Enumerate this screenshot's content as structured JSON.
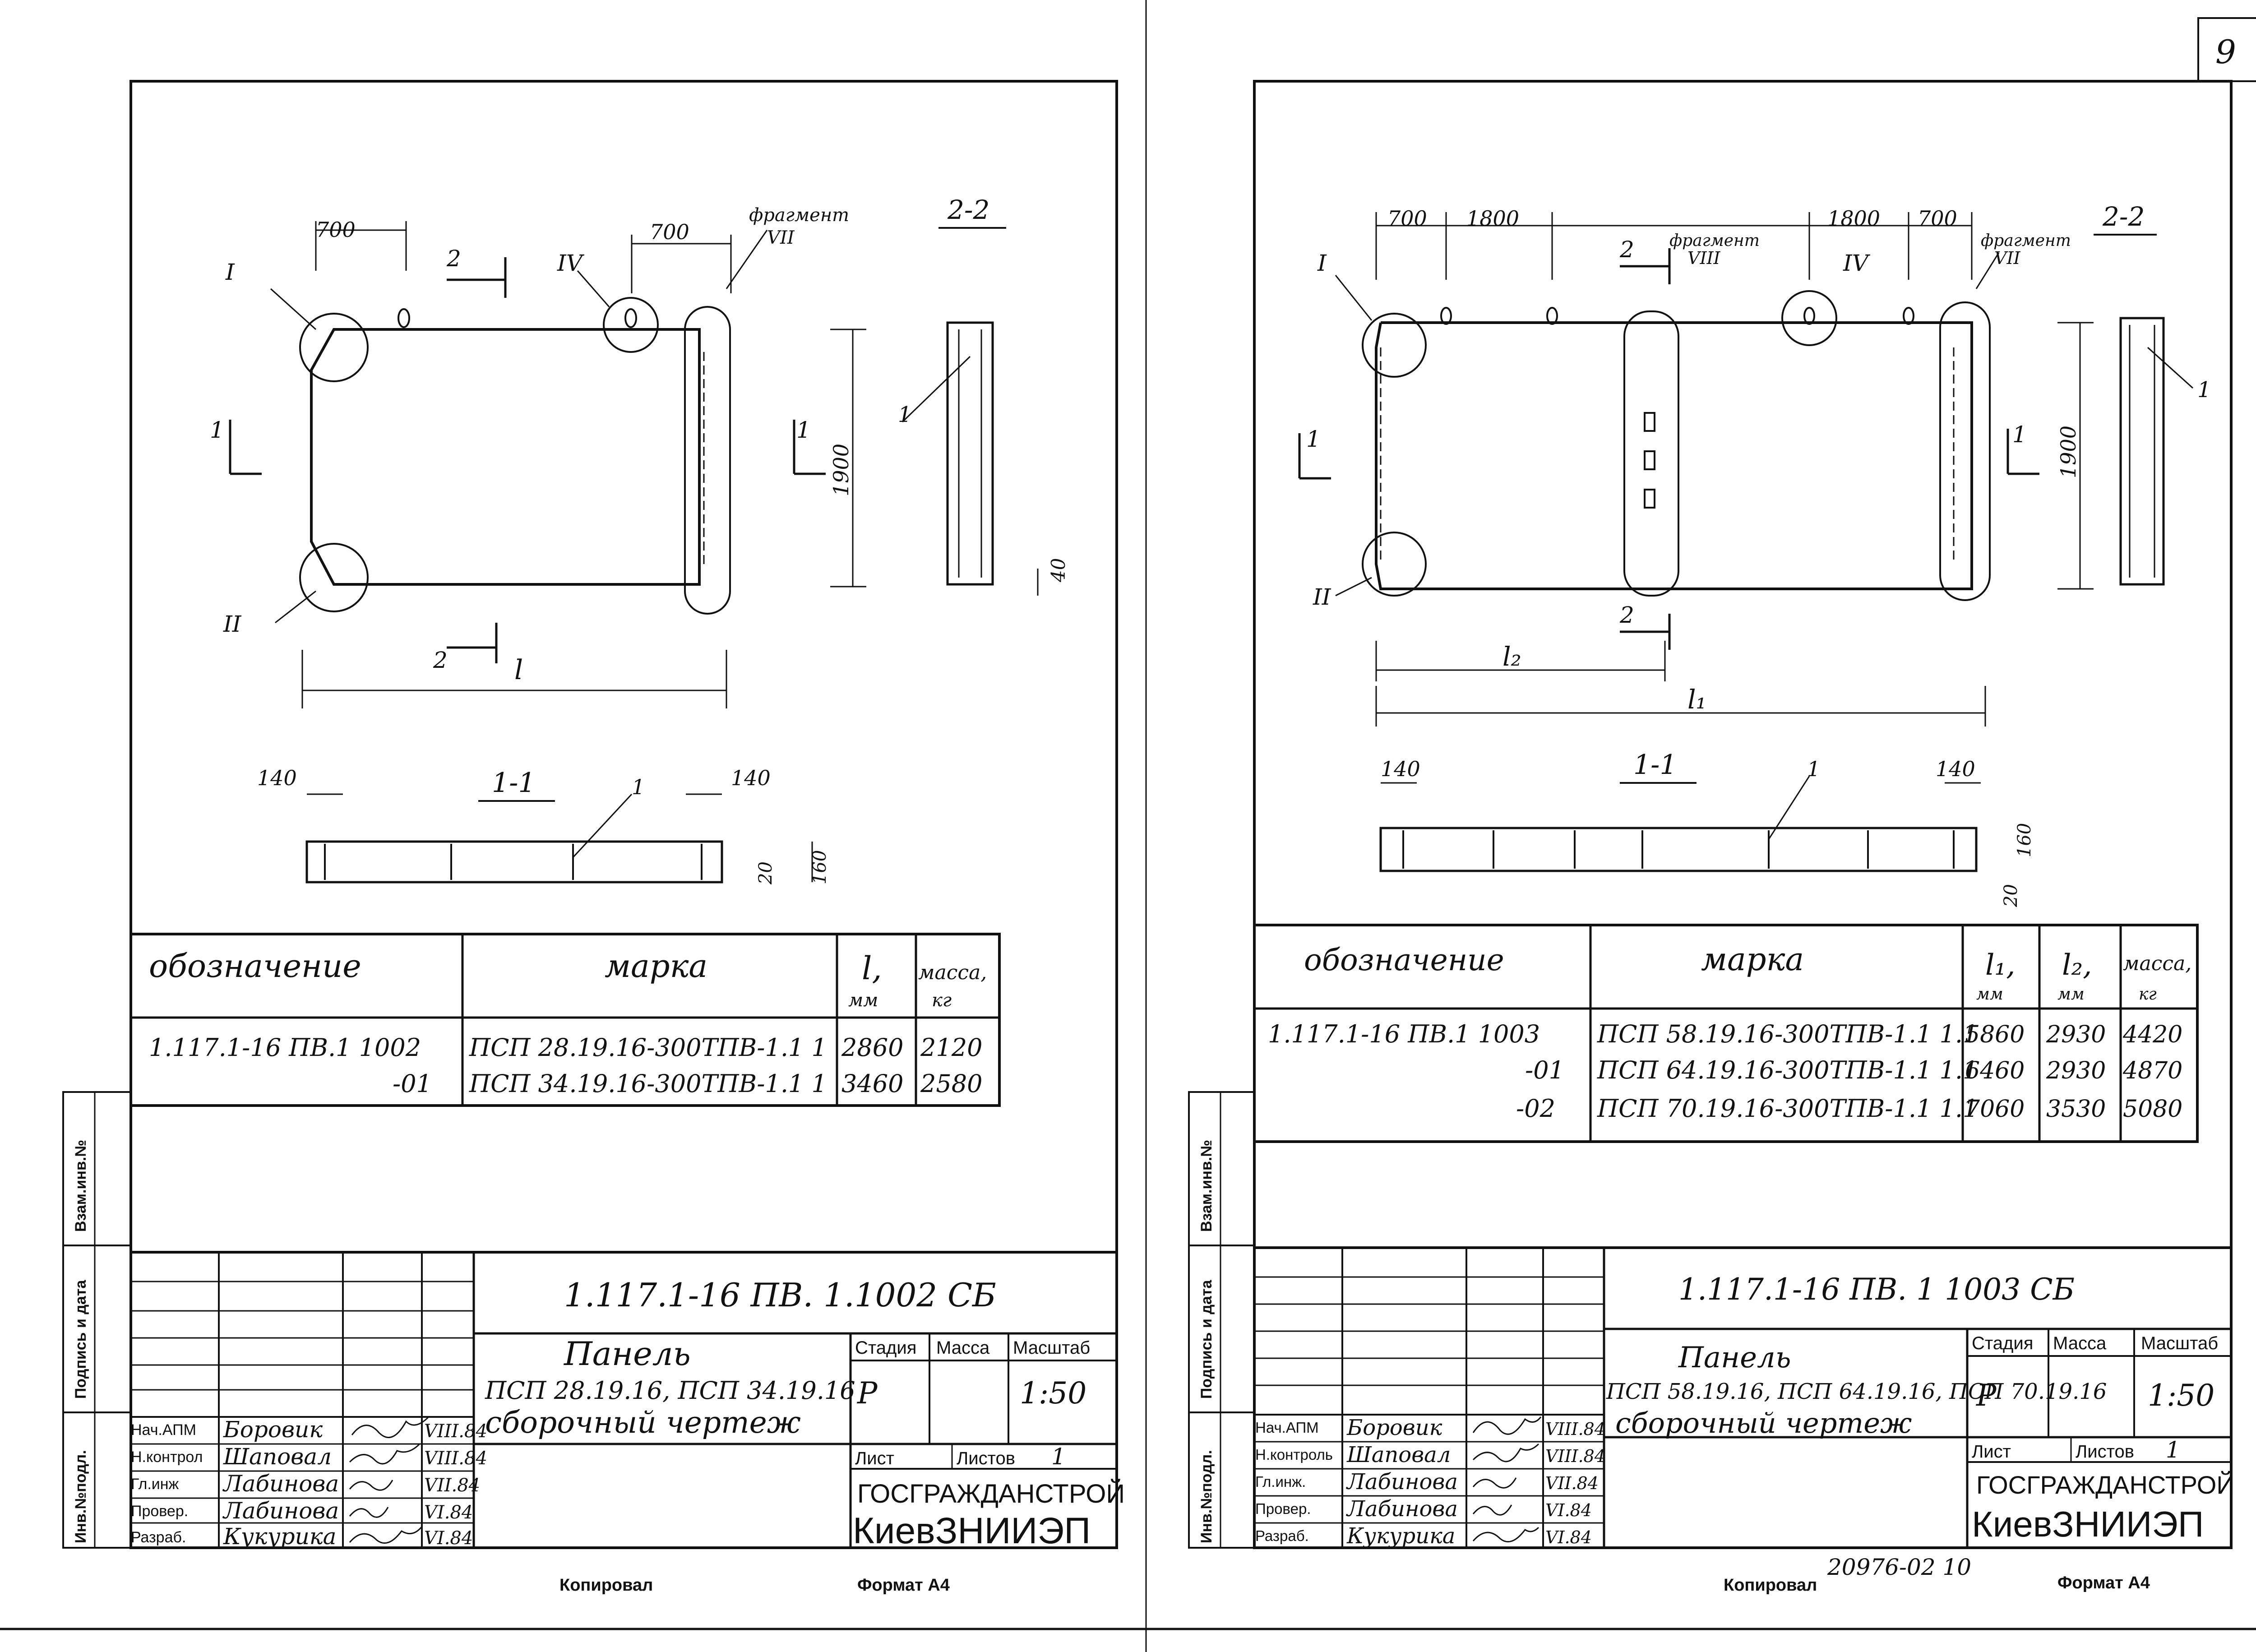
{
  "sheet": {
    "page_number": "9"
  },
  "left": {
    "side_labels": [
      "Взам.инв.№",
      "Подпись и дата",
      "Инв.№подл."
    ],
    "plan": {
      "dims": [
        "700",
        "700",
        "1900",
        "l"
      ],
      "fragment": "фрагмент",
      "fragment_num": "VII",
      "callouts": [
        "I",
        "II",
        "IV"
      ],
      "sections": [
        "2",
        "2",
        "1",
        "1"
      ]
    },
    "section22": {
      "title": "2-2",
      "callout": "1",
      "dim": "40"
    },
    "section11": {
      "title": "1-1",
      "callout": "1",
      "dims": [
        "140",
        "140",
        "20",
        "160"
      ]
    },
    "table": {
      "headers": [
        "обозначение",
        "марка",
        "l,",
        "масса,"
      ],
      "header_units": [
        "мм",
        "кг"
      ],
      "rows": [
        [
          "1.117.1-16 ПВ.1 1002",
          "ПСП 28.19.16-300ТПВ-1.1 1",
          "2860",
          "2120"
        ],
        [
          "-01",
          "ПСП 34.19.16-300ТПВ-1.1 1",
          "3460",
          "2580"
        ]
      ]
    },
    "titleblock": {
      "code": "1.117.1-16 ПВ. 1.1002 СБ",
      "title": "Панель",
      "subtitle": "ПСП 28.19.16, ПСП 34.19.16",
      "subtitle2": "сборочный чертеж",
      "labels": [
        "Стадия",
        "Масса",
        "Масштаб",
        "Лист",
        "Листов"
      ],
      "stage": "Р",
      "scale": "1:50",
      "sheets": "1",
      "org1": "ГОСГРАЖДАНСТРОЙ",
      "org2": "КиевЗНИИЭП",
      "roles": [
        {
          "role": "Нач.АПМ",
          "name": "Боровик",
          "date": "VIII.84"
        },
        {
          "role": "Н.контрол",
          "name": "Шаповал",
          "date": "VIII.84"
        },
        {
          "role": "Гл.инж",
          "name": "Лабинова",
          "date": "VII.84"
        },
        {
          "role": "Провер.",
          "name": "Лабинова",
          "date": "VI.84"
        },
        {
          "role": "Разраб.",
          "name": "Кукурика",
          "date": "VI.84"
        }
      ]
    },
    "footer": {
      "copied": "Копировал",
      "format": "Формат А4"
    }
  },
  "right": {
    "side_labels": [
      "Взам.инв.№",
      "Подпись и дата",
      "Инв.№подл."
    ],
    "plan": {
      "dims": [
        "700",
        "1800",
        "1800",
        "700",
        "1900",
        "l₂",
        "l₁"
      ],
      "fragments": [
        "фрагмент",
        "фрагмент"
      ],
      "fragment_nums": [
        "VIII",
        "VII"
      ],
      "callouts": [
        "I",
        "II",
        "IV"
      ],
      "sections": [
        "2",
        "2",
        "1",
        "1"
      ]
    },
    "section22": {
      "title": "2-2",
      "callout": "1"
    },
    "section11": {
      "title": "1-1",
      "callout": "1",
      "dims": [
        "140",
        "140",
        "160",
        "20"
      ]
    },
    "table": {
      "headers": [
        "обозначение",
        "марка",
        "l₁,",
        "l₂,",
        "масса,"
      ],
      "header_units": [
        "мм",
        "мм",
        "кг"
      ],
      "rows": [
        [
          "1.117.1-16 ПВ.1 1003",
          "ПСП 58.19.16-300ТПВ-1.1 1.1",
          "5860",
          "2930",
          "4420"
        ],
        [
          "-01",
          "ПСП 64.19.16-300ТПВ-1.1 1.1",
          "6460",
          "2930",
          "4870"
        ],
        [
          "-02",
          "ПСП 70.19.16-300ТПВ-1.1 1.1",
          "7060",
          "3530",
          "5080"
        ]
      ]
    },
    "titleblock": {
      "code": "1.117.1-16 ПВ. 1 1003 СБ",
      "title": "Панель",
      "subtitle": "ПСП 58.19.16, ПСП 64.19.16, ПСП 70.19.16",
      "subtitle2": "сборочный чертеж",
      "labels": [
        "Стадия",
        "Масса",
        "Масштаб",
        "Лист",
        "Листов"
      ],
      "stage": "Р",
      "scale": "1:50",
      "sheets": "1",
      "org1": "ГОСГРАЖДАНСТРОЙ",
      "org2": "КиевЗНИИЭП",
      "roles": [
        {
          "role": "Нач.АПМ",
          "name": "Боровик",
          "date": "VIII.84"
        },
        {
          "role": "Н.контроль",
          "name": "Шаповал",
          "date": "VIII.84"
        },
        {
          "role": "Гл.инж.",
          "name": "Лабинова",
          "date": "VII.84"
        },
        {
          "role": "Провер.",
          "name": "Лабинова",
          "date": "VI.84"
        },
        {
          "role": "Разраб.",
          "name": "Кукурика",
          "date": "VI.84"
        }
      ]
    },
    "footer": {
      "copied": "Копировал",
      "archive": "20976-02 10",
      "format": "Формат А4"
    }
  }
}
